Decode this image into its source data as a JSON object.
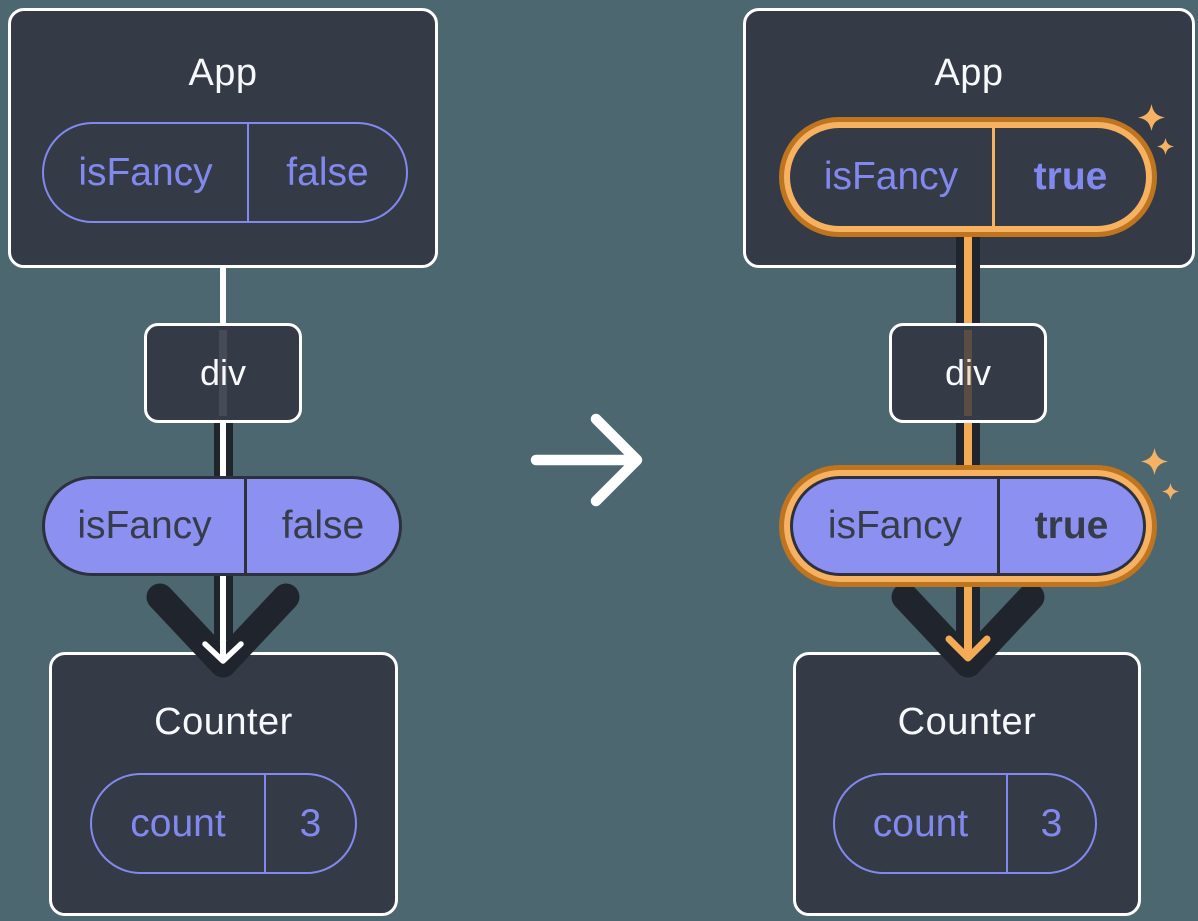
{
  "colors": {
    "bg": "#4d6771",
    "card": "#343a46",
    "ink": "#363c48",
    "ink_border": "#2c313c",
    "arrow_dark": "#20242c",
    "purple": "#8289ee",
    "purple_fill": "#8c90f0",
    "orange_light": "#f6b161",
    "orange_dark": "#bf741f",
    "orange_core": "#f3ab55",
    "sparkle": "#f6b264",
    "text_light": "#f7f8fa"
  },
  "before": {
    "app": {
      "title": "App",
      "prop_name": "isFancy",
      "prop_value": "false"
    },
    "div_label": "div",
    "passed_prop": {
      "name": "isFancy",
      "value": "false"
    },
    "counter": {
      "title": "Counter",
      "state_name": "count",
      "state_value": "3"
    }
  },
  "after": {
    "app": {
      "title": "App",
      "prop_name": "isFancy",
      "prop_value": "true"
    },
    "div_label": "div",
    "passed_prop": {
      "name": "isFancy",
      "value": "true"
    },
    "counter": {
      "title": "Counter",
      "state_name": "count",
      "state_value": "3"
    }
  }
}
